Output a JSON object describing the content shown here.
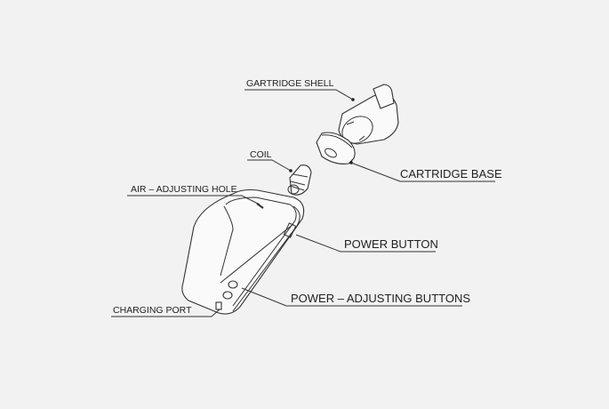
{
  "labels": {
    "cartridge_shell": "GARTRIDGE SHELL",
    "coil": "COIL",
    "cartridge_base": "CARTRIDGE BASE",
    "air_adjusting_hole": "AIR – ADJUSTING HOLE",
    "power_button": "POWER BUTTON",
    "power_adjusting_buttons": "POWER – ADJUSTING BUTTONS",
    "charging_port": "CHARGING PORT"
  },
  "colors": {
    "background": "#f2f2f2",
    "line": "#333333"
  }
}
